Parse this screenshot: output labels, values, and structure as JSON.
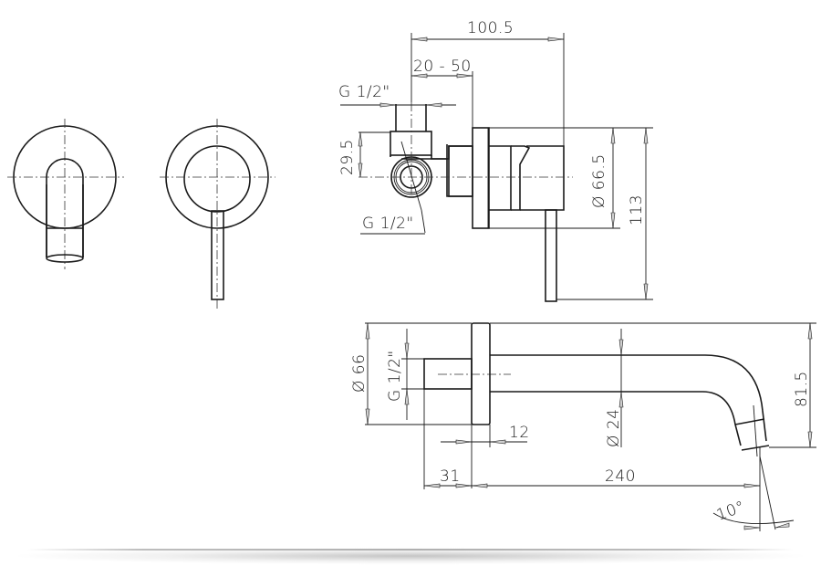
{
  "drawing": {
    "title": "Wall-mounted mixer technical drawing",
    "views": {
      "front_spout": "front view of spout with wall plate",
      "front_mixer": "front view of mixer with lever handle",
      "side_mixer": "side section of concealed mixer body",
      "side_spout": "side view of wall spout"
    },
    "dimensions": {
      "overall_depth": "100.5",
      "wall_adjust": "20 - 50",
      "inlet_top": "G 1/2\"",
      "inlet_side": "G 1/2\"",
      "body_height": "29.5",
      "plate_dia": "Ø 66.5",
      "total_height": "113",
      "spout_plate_dia": "Ø 66",
      "spout_thread": "G 1/2\"",
      "plate_thickness": "12",
      "spout_dia": "Ø 24",
      "spout_height": "81.5",
      "thread_length": "31",
      "spout_length": "240",
      "outlet_angle": "10°"
    }
  }
}
